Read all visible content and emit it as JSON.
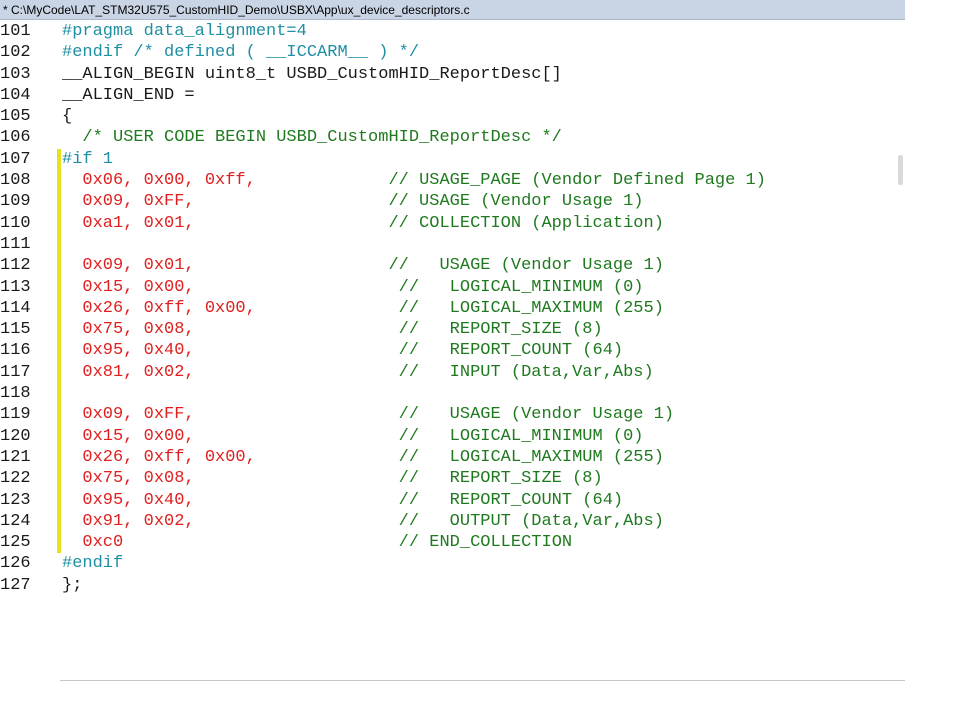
{
  "window": {
    "title": "* C:\\MyCode\\LAT_STM32U575_CustomHID_Demo\\USBX\\App\\ux_device_descriptors.c"
  },
  "lines": [
    {
      "n": "101",
      "tokens": [
        {
          "t": "#pragma data_alignment=4",
          "c": "pp"
        }
      ]
    },
    {
      "n": "102",
      "tokens": [
        {
          "t": "#endif /* defined ( __ICCARM__ ) */",
          "c": "pp"
        }
      ]
    },
    {
      "n": "103",
      "tokens": [
        {
          "t": "__ALIGN_BEGIN uint8_t USBD_CustomHID_ReportDesc[]",
          "c": "pl"
        }
      ]
    },
    {
      "n": "104",
      "tokens": [
        {
          "t": "__ALIGN_END =",
          "c": "pl"
        }
      ]
    },
    {
      "n": "105",
      "tokens": [
        {
          "t": "{",
          "c": "pl"
        }
      ]
    },
    {
      "n": "106",
      "tokens": [
        {
          "t": "  /* USER CODE BEGIN USBD_CustomHID_ReportDesc */",
          "c": "cm"
        }
      ]
    },
    {
      "n": "107",
      "fold": true,
      "tokens": [
        {
          "t": "#if 1",
          "c": "pp"
        }
      ]
    },
    {
      "n": "108",
      "fold": true,
      "tokens": [
        {
          "t": "  0x06, 0x00, 0xff,",
          "c": "hx"
        },
        {
          "t": "             // USAGE_PAGE (Vendor Defined Page 1)",
          "c": "cm"
        }
      ]
    },
    {
      "n": "109",
      "fold": true,
      "tokens": [
        {
          "t": "  0x09, 0xFF,",
          "c": "hx"
        },
        {
          "t": "                   // USAGE (Vendor Usage 1)",
          "c": "cm"
        }
      ]
    },
    {
      "n": "110",
      "fold": true,
      "tokens": [
        {
          "t": "  0xa1, 0x01,",
          "c": "hx"
        },
        {
          "t": "                   // COLLECTION (Application)",
          "c": "cm"
        }
      ]
    },
    {
      "n": "111",
      "fold": true,
      "tokens": [
        {
          "t": "",
          "c": "pl"
        }
      ]
    },
    {
      "n": "112",
      "fold": true,
      "tokens": [
        {
          "t": "  0x09, 0x01,",
          "c": "hx"
        },
        {
          "t": "                   //   USAGE (Vendor Usage 1)",
          "c": "cm"
        }
      ]
    },
    {
      "n": "113",
      "fold": true,
      "tokens": [
        {
          "t": "  0x15, 0x00,",
          "c": "hx"
        },
        {
          "t": "                    //   LOGICAL_MINIMUM (0)",
          "c": "cm"
        }
      ]
    },
    {
      "n": "114",
      "fold": true,
      "tokens": [
        {
          "t": "  0x26, 0xff, 0x00,",
          "c": "hx"
        },
        {
          "t": "              //   LOGICAL_MAXIMUM (255)",
          "c": "cm"
        }
      ]
    },
    {
      "n": "115",
      "fold": true,
      "tokens": [
        {
          "t": "  0x75, 0x08,",
          "c": "hx"
        },
        {
          "t": "                    //   REPORT_SIZE (8)",
          "c": "cm"
        }
      ]
    },
    {
      "n": "116",
      "fold": true,
      "tokens": [
        {
          "t": "  0x95, 0x40,",
          "c": "hx"
        },
        {
          "t": "                    //   REPORT_COUNT (64)",
          "c": "cm"
        }
      ]
    },
    {
      "n": "117",
      "fold": true,
      "tokens": [
        {
          "t": "  0x81, 0x02,",
          "c": "hx"
        },
        {
          "t": "                    //   INPUT (Data,Var,Abs)",
          "c": "cm"
        }
      ]
    },
    {
      "n": "118",
      "fold": true,
      "tokens": [
        {
          "t": "",
          "c": "pl"
        }
      ]
    },
    {
      "n": "119",
      "fold": true,
      "tokens": [
        {
          "t": "  0x09, 0xFF,",
          "c": "hx"
        },
        {
          "t": "                    //   USAGE (Vendor Usage 1)",
          "c": "cm"
        }
      ]
    },
    {
      "n": "120",
      "fold": true,
      "tokens": [
        {
          "t": "  0x15, 0x00,",
          "c": "hx"
        },
        {
          "t": "                    //   LOGICAL_MINIMUM (0)",
          "c": "cm"
        }
      ]
    },
    {
      "n": "121",
      "fold": true,
      "tokens": [
        {
          "t": "  0x26, 0xff, 0x00,",
          "c": "hx"
        },
        {
          "t": "              //   LOGICAL_MAXIMUM (255)",
          "c": "cm"
        }
      ]
    },
    {
      "n": "122",
      "fold": true,
      "tokens": [
        {
          "t": "  0x75, 0x08,",
          "c": "hx"
        },
        {
          "t": "                    //   REPORT_SIZE (8)",
          "c": "cm"
        }
      ]
    },
    {
      "n": "123",
      "fold": true,
      "tokens": [
        {
          "t": "  0x95, 0x40,",
          "c": "hx"
        },
        {
          "t": "                    //   REPORT_COUNT (64)",
          "c": "cm"
        }
      ]
    },
    {
      "n": "124",
      "fold": true,
      "tokens": [
        {
          "t": "  0x91, 0x02,",
          "c": "hx"
        },
        {
          "t": "                    //   OUTPUT (Data,Var,Abs)",
          "c": "cm"
        }
      ]
    },
    {
      "n": "125",
      "fold": true,
      "tokens": [
        {
          "t": "  0xc0",
          "c": "hx"
        },
        {
          "t": "                           // END_COLLECTION",
          "c": "cm"
        }
      ]
    },
    {
      "n": "126",
      "tokens": [
        {
          "t": "#endif",
          "c": "pp"
        }
      ]
    },
    {
      "n": "127",
      "tokens": [
        {
          "t": "};",
          "c": "pl"
        }
      ]
    }
  ],
  "colors": {
    "preprocessor": "#1f8fa3",
    "comment": "#1f7a1f",
    "hex": "#e02020",
    "plain": "#1a1a1a",
    "fold_marker": "#e8e21d",
    "title_bg": "#c9d4e4"
  }
}
